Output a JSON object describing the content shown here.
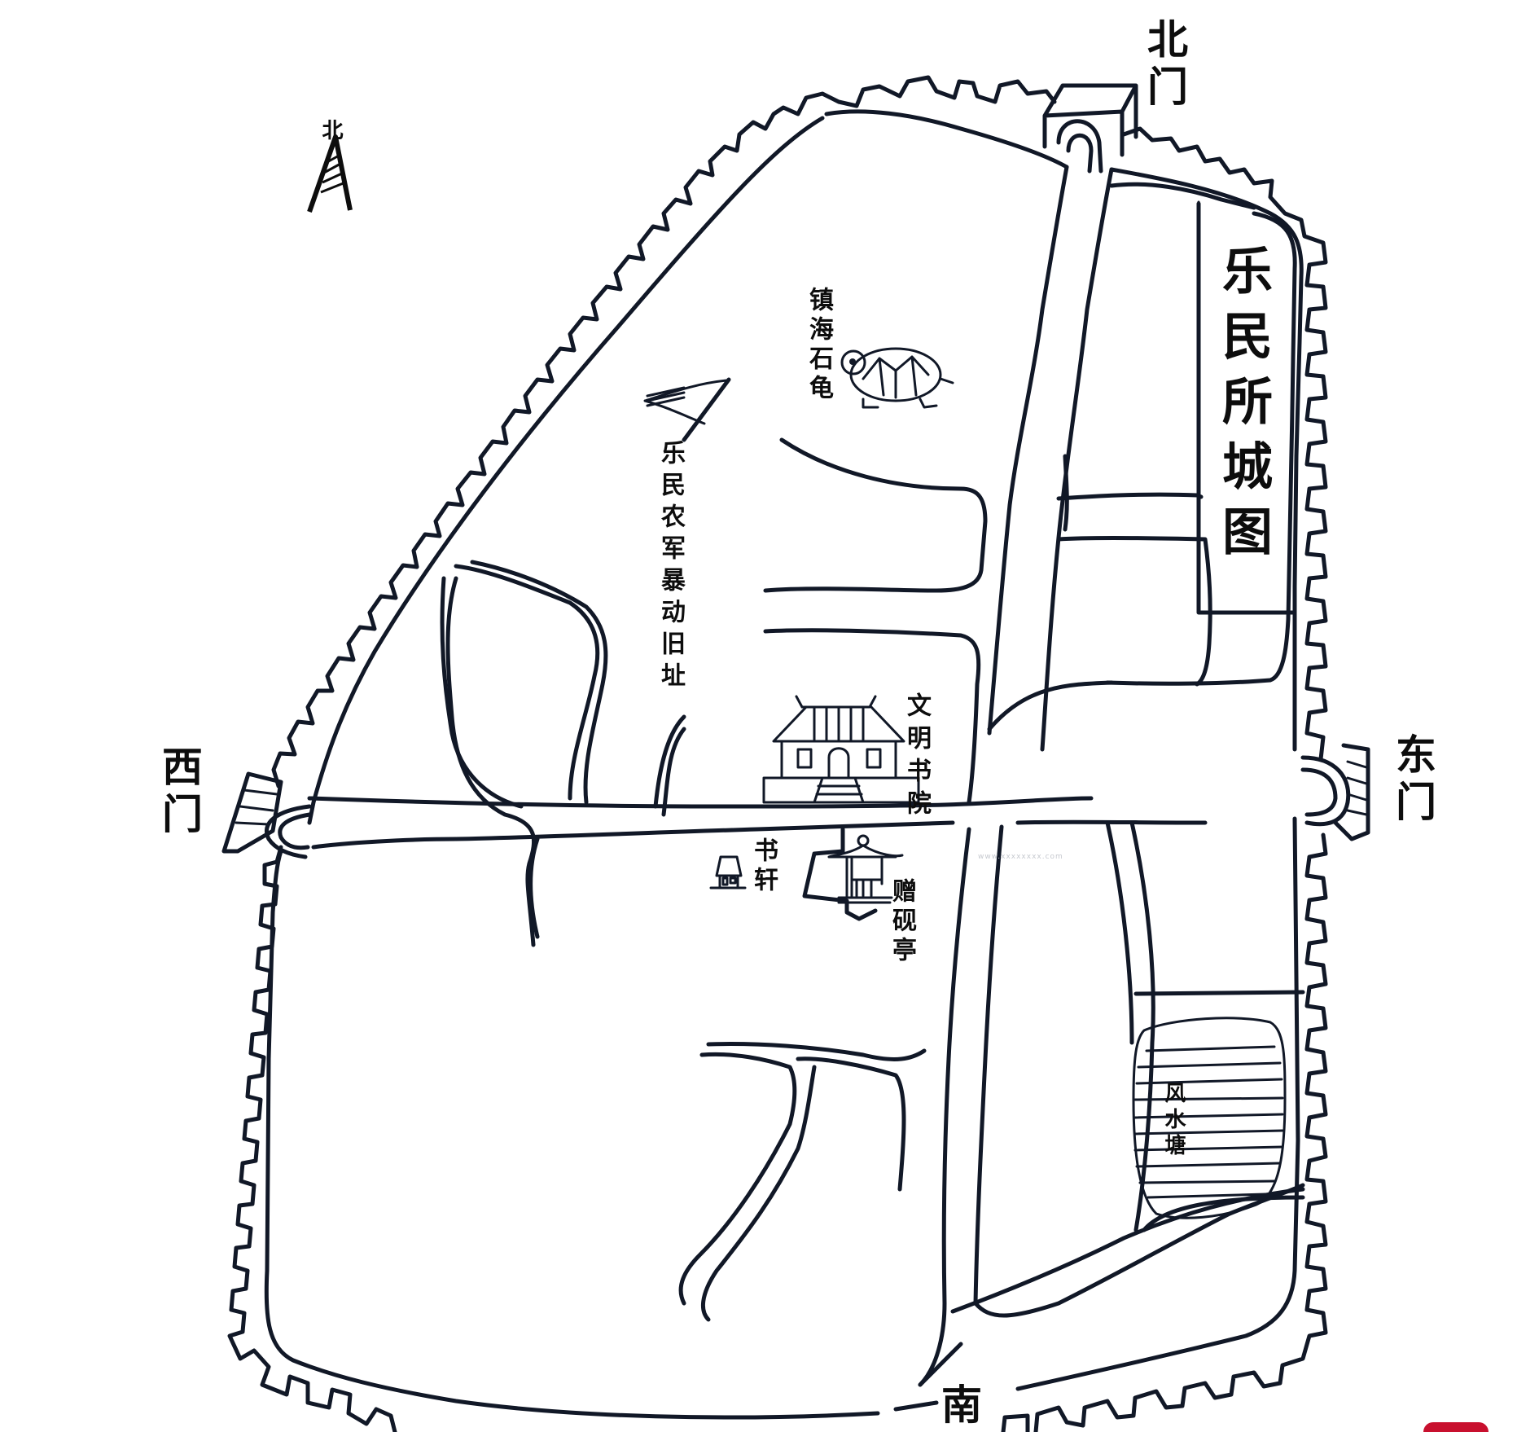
{
  "map": {
    "title": "乐民所城图",
    "compass": {
      "label": "北",
      "icon": "north-arrow-icon"
    },
    "gates": {
      "north": "北门",
      "south": "南",
      "east": "东门",
      "west": "西门"
    },
    "landmarks": [
      {
        "id": "stone-turtle",
        "label": "镇海石龟",
        "icon": "turtle-icon"
      },
      {
        "id": "uprising-site",
        "label": "乐民农军暴动旧址",
        "icon": "flag-icon"
      },
      {
        "id": "academy",
        "label": "文明书院",
        "icon": "academy-building-icon"
      },
      {
        "id": "study-pavilion",
        "label": "书轩",
        "icon": "small-house-icon"
      },
      {
        "id": "inkstone-pavilion",
        "label": "赠砚亭",
        "icon": "pavilion-icon"
      },
      {
        "id": "fengshui-pond",
        "label": "风水塘",
        "icon": "pond-icon"
      }
    ],
    "watermark": "www.xxxxxxxx.com",
    "colors": {
      "ink": "#111827",
      "paper": "#ffffff",
      "badge": "#c8102e"
    }
  }
}
